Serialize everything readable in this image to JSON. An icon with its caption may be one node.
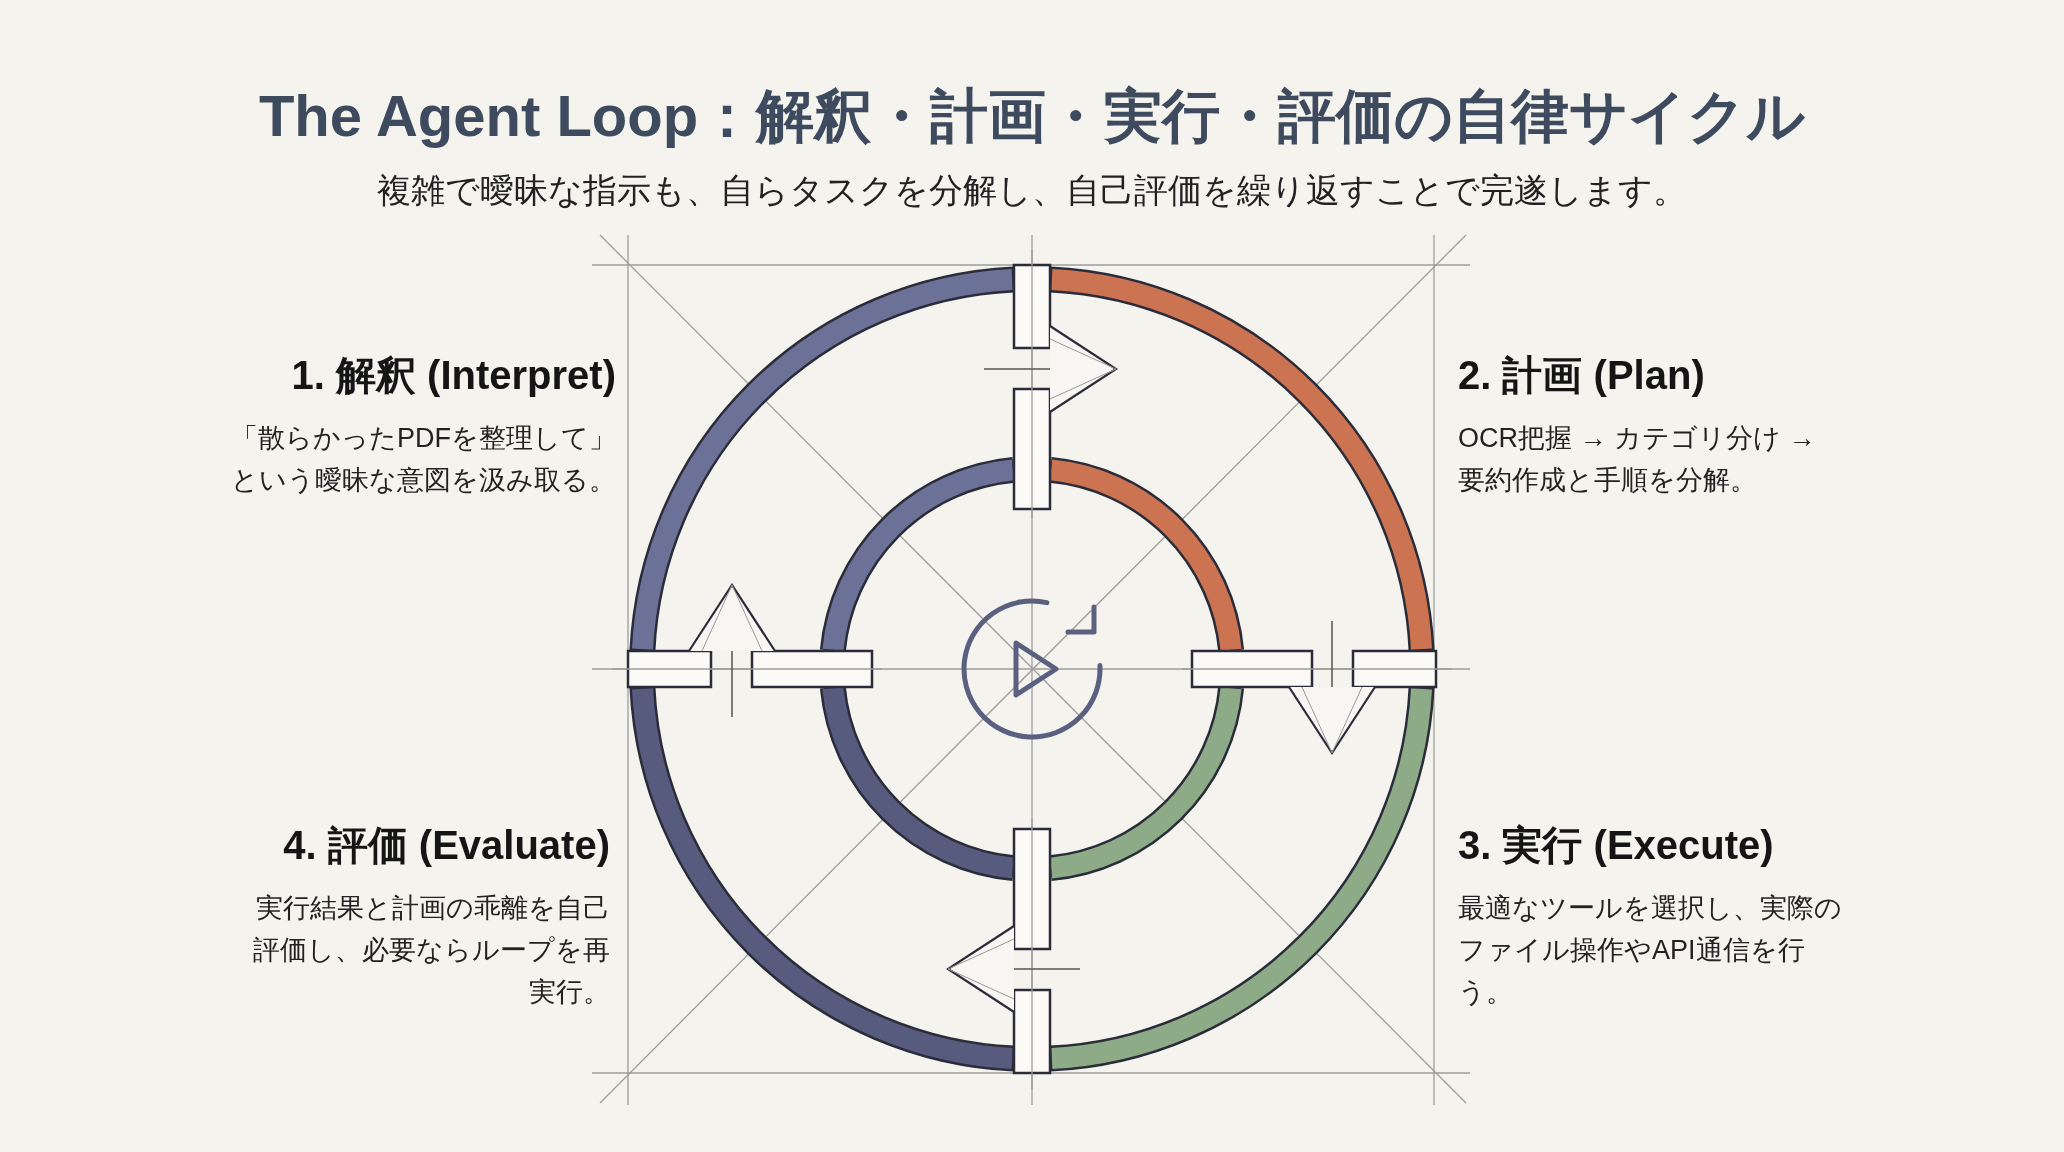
{
  "diagram": {
    "title": "The Agent Loop：解釈・計画・実行・評価の自律サイクル",
    "caption": "複雑で曖昧な指示も、自らタスクを分解し、自己評価を繰り返すことで完遂します。",
    "nodes": [
      {
        "text": [
          "1. 解釈 (Interpret)",
          "「散らかったPDFを整理して」という曖昧な意図を汲み取る。"
        ]
      },
      {
        "text": [
          "2. 計画 (Plan)",
          "OCR把握 → カテゴリ分け → 要約作成と手順を分解。"
        ]
      },
      {
        "text": [
          "3. 実行 (Execute)",
          "最適なツールを選択し、実際のファイル操作やAPI通信を行う。"
        ]
      },
      {
        "text": [
          "4. 評価 (Evaluate)",
          "実行結果と計画の乖離を自己評価し、必要ならループを再実行。"
        ]
      }
    ]
  }
}
